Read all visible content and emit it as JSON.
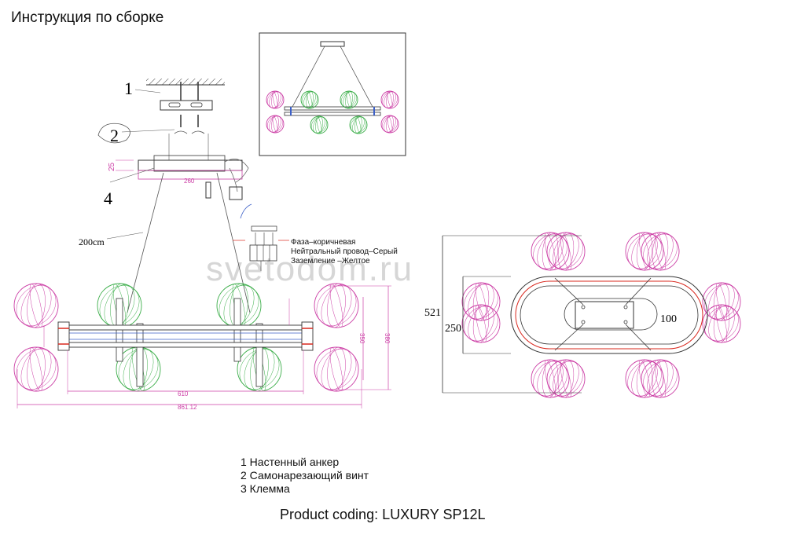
{
  "title": "Инструкция по сборке",
  "watermark": "svetodom.ru",
  "wiring": {
    "phase": "Фаза–коричневая",
    "neutral": "Нейтральный провод–Серый",
    "ground": "Заземление –Желтое"
  },
  "callouts": {
    "c1": "1",
    "c2": "2",
    "c4": "4"
  },
  "dimensions": {
    "top_25": "25",
    "top_260": "260",
    "cable": "200cm",
    "w_610": "610",
    "w_861": "861.12",
    "h_350": "350",
    "h_380": "380",
    "top_521": "521",
    "top_250": "250",
    "top_100": "100"
  },
  "legend": {
    "item1": "1 Настенный анкер",
    "item2": "2 Самонарезающий винт",
    "item3": "3 Клемма"
  },
  "product_coding": "Product coding: LUXURY SP12L",
  "colors": {
    "pink": "#cc3fa6",
    "green": "#3cae4a",
    "red": "#d9281e",
    "blue": "#3b5fc7",
    "line": "#333333"
  }
}
